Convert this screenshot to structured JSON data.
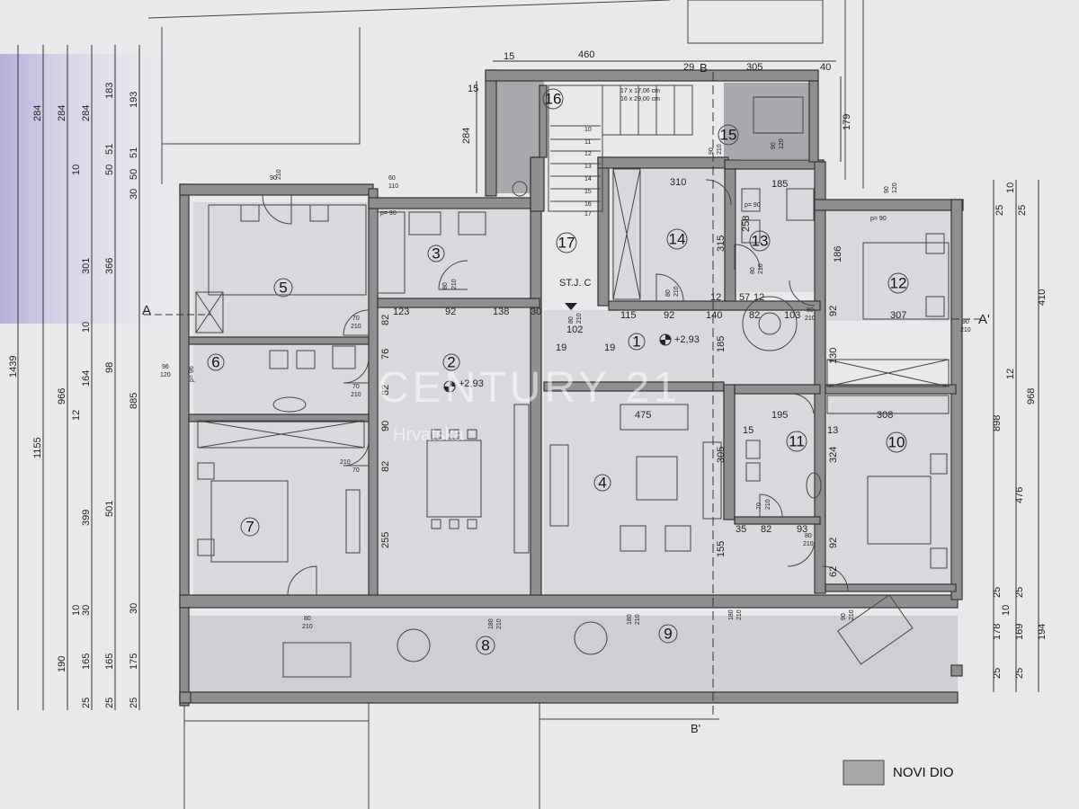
{
  "plan": {
    "rooms": [
      {
        "id": "1",
        "label": "1"
      },
      {
        "id": "2",
        "label": "2"
      },
      {
        "id": "3",
        "label": "3"
      },
      {
        "id": "4",
        "label": "4"
      },
      {
        "id": "5",
        "label": "5"
      },
      {
        "id": "6",
        "label": "6"
      },
      {
        "id": "7",
        "label": "7"
      },
      {
        "id": "8",
        "label": "8"
      },
      {
        "id": "9",
        "label": "9"
      },
      {
        "id": "10",
        "label": "10"
      },
      {
        "id": "11",
        "label": "11"
      },
      {
        "id": "12",
        "label": "12"
      },
      {
        "id": "13",
        "label": "13"
      },
      {
        "id": "14",
        "label": "14"
      },
      {
        "id": "15",
        "label": "15"
      },
      {
        "id": "16",
        "label": "16"
      },
      {
        "id": "17",
        "label": "17"
      }
    ],
    "section_marks": {
      "a_left": "A",
      "a_right": "A'",
      "b_top": "B",
      "b_bottom": "B'"
    },
    "stair_label": "ST.J. C",
    "stair_spec_1": "17 x 17,06 cm",
    "stair_spec_2": "16 x 29,00 cm",
    "stair_steps": [
      "10",
      "11",
      "12",
      "13",
      "14",
      "15",
      "16",
      "17"
    ],
    "level_1": "+2,93",
    "level_2": "+2,93",
    "top_dims": {
      "d15": "15",
      "d460": "460",
      "d29": "29",
      "d305": "305",
      "d40": "40",
      "d15b": "15",
      "d284": "284",
      "d179": "179"
    },
    "inner_dims": {
      "d310": "310",
      "d185": "185",
      "d315": "315",
      "d258": "258",
      "d186": "186",
      "d123": "123",
      "d92a": "92",
      "d138": "138",
      "d30": "30",
      "d102": "102",
      "d19a": "19",
      "d19b": "19",
      "d115": "115",
      "d92b": "92",
      "d140": "140",
      "d82a": "82",
      "d103": "103",
      "d92c": "92",
      "d307": "307",
      "d12a": "12",
      "d57": "57",
      "d12b": "12",
      "d82b": "82",
      "d76": "76",
      "d82c": "82",
      "d90": "90",
      "d82d": "82",
      "d255": "255",
      "d475": "475",
      "d185b": "185",
      "d305": "305",
      "d155": "155",
      "d195": "195",
      "d15c": "15",
      "d308": "308",
      "d13": "13",
      "d324": "324",
      "d130": "130",
      "d35": "35",
      "d82e": "82",
      "d93": "93",
      "d92d": "92",
      "d62": "62"
    },
    "left_dims": {
      "c1": [
        "284",
        "284",
        "284",
        "183",
        "193"
      ],
      "c2": [
        "10",
        "50",
        "51",
        "30",
        "50",
        "51"
      ],
      "c3": [
        "301",
        "366"
      ],
      "c4": [
        "10",
        "164",
        "98",
        "12"
      ],
      "totals": [
        "1439",
        "1155",
        "966",
        "885",
        "501",
        "399"
      ],
      "bottom": [
        "190",
        "165",
        "165",
        "175",
        "25",
        "25",
        "25",
        "10",
        "30",
        "30"
      ]
    },
    "right_dims": {
      "r1": [
        "10",
        "25",
        "25"
      ],
      "r2": [
        "410",
        "898",
        "968",
        "12"
      ],
      "r3": [
        "476",
        "178",
        "169",
        "194",
        "25",
        "10",
        "25",
        "25",
        "25"
      ]
    },
    "door_labels": [
      {
        "a": "90",
        "b": "210"
      },
      {
        "a": "60",
        "b": "110"
      },
      {
        "a": "80",
        "b": "210"
      },
      {
        "a": "70",
        "b": "210"
      },
      {
        "a": "96",
        "b": "120"
      },
      {
        "a": "70",
        "b": "210"
      },
      {
        "a": "210",
        "b": "70"
      },
      {
        "a": "80",
        "b": "210"
      },
      {
        "a": "180",
        "b": "210"
      },
      {
        "a": "180",
        "b": "210"
      },
      {
        "a": "180",
        "b": "210"
      },
      {
        "a": "90",
        "b": "210"
      },
      {
        "a": "80",
        "b": "210"
      },
      {
        "a": "80",
        "b": "210"
      },
      {
        "a": "90",
        "b": "120"
      },
      {
        "a": "90",
        "b": "210"
      },
      {
        "a": "80",
        "b": "210"
      },
      {
        "a": "70",
        "b": "210"
      },
      {
        "a": "80",
        "b": "210"
      },
      {
        "a": "80",
        "b": "210"
      },
      {
        "a": "90",
        "b": "120"
      },
      {
        "a": "90",
        "b": "210"
      }
    ],
    "window_tags": [
      "p= 90",
      "p= 96",
      "p= 90",
      "p= 90"
    ]
  },
  "watermark": {
    "brand": "CENTURY 21",
    "region": "Hrvatska"
  },
  "legend": {
    "label": "NOVI DIO",
    "swatch_color": "#a7a7a7"
  },
  "colors": {
    "paper": "#e9e9ec",
    "wall": "#8f8f8f",
    "ink": "#222222",
    "purple_haze": "#9a8fd0"
  }
}
